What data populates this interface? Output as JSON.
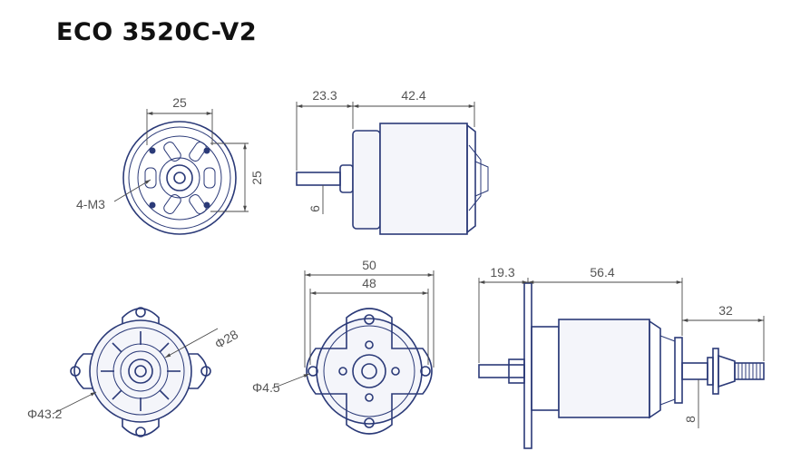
{
  "title": "ECO 3520C-V2",
  "front_view": {
    "width_label": "25",
    "height_label": "25",
    "screw_label": "4-M3"
  },
  "side_view": {
    "shaft_length_label": "23.3",
    "body_length_label": "42.4",
    "shaft_dia_label": "6"
  },
  "rear_mount_view": {
    "diameter_label": "Φ28",
    "outer_diameter_label": "Φ43.2"
  },
  "cross_mount_view": {
    "outer_span_label": "50",
    "inner_span_label": "48",
    "hole_label": "Φ4.5"
  },
  "assembly_view": {
    "shaft_length_label": "19.3",
    "body_length_label": "56.4",
    "prop_adapter_label": "32",
    "shaft_dia_label": "8"
  },
  "colors": {
    "line": "#2b3a78",
    "dimension": "#4a4a4a",
    "text": "#555555"
  }
}
